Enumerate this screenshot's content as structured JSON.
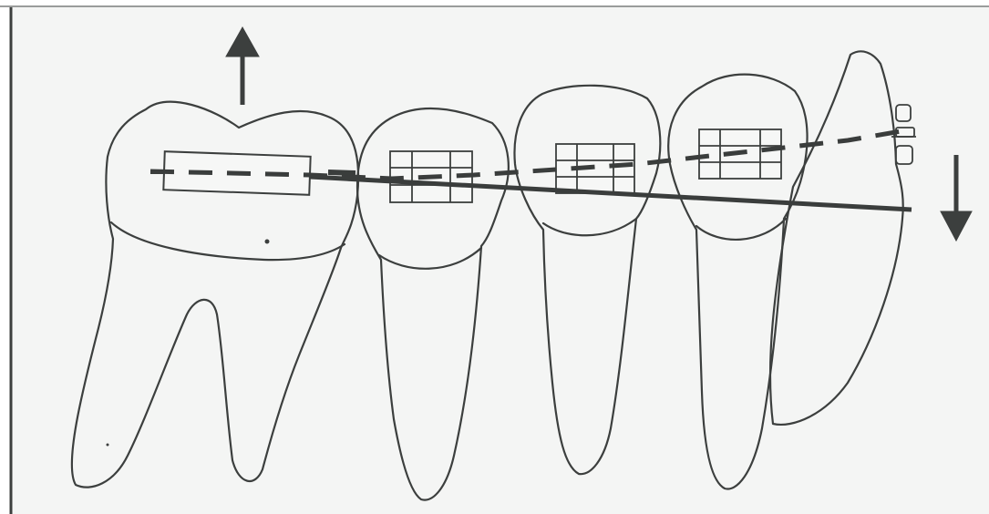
{
  "diagram": {
    "colors": {
      "background": "#f4f5f4",
      "ink": "#3c3f3e",
      "wire": "#3a3d3c",
      "border": "#9a9c9b"
    },
    "elements": {
      "arrow_up": "up-arrow-icon",
      "arrow_down": "down-arrow-icon",
      "molar": "molar",
      "premolars": [
        "second-premolar",
        "first-premolar"
      ],
      "canine": "canine",
      "incisor": "lateral-incisor"
    }
  }
}
